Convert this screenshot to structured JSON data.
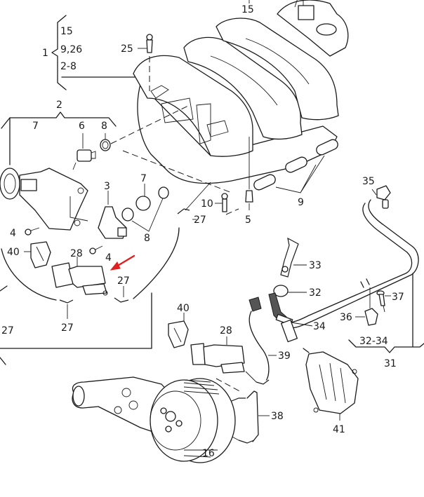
{
  "diagram": {
    "title": "",
    "type": "exploded parts diagram",
    "accent_color": "#e02020",
    "line_color": "#1a1a1a",
    "background": "#ffffff",
    "group_1": {
      "label": "1",
      "items": [
        "15",
        "9,26",
        "2-8"
      ]
    },
    "group_2": {
      "label": "2"
    },
    "group_31": {
      "label": "31",
      "sub_label": "32-34"
    },
    "callouts": {
      "c15_top": "15",
      "c25": "25",
      "c7a": "7",
      "c6": "6",
      "c8a": "8",
      "c3": "3",
      "c7b": "7",
      "c8b": "8",
      "c4a": "4",
      "c4b": "4",
      "c40a": "40",
      "c28a": "28",
      "c27a": "27",
      "c27b": "27",
      "c27c": "27",
      "c27d": "27",
      "c10": "10",
      "c5": "5",
      "c9": "9",
      "c35": "35",
      "c33": "33",
      "c32": "32",
      "c37": "37",
      "c36": "36",
      "c34": "34",
      "c40b": "40",
      "c28b": "28",
      "c39": "39",
      "c38": "38",
      "c41": "41",
      "c16": "16"
    },
    "highlight_arrow": {
      "icon": "red-arrow-icon",
      "points_to": "28"
    }
  }
}
